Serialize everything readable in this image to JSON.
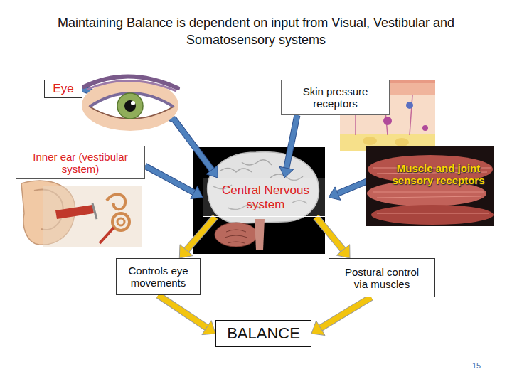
{
  "diagram": {
    "title": "Maintaining Balance is dependent on input from Visual, Vestibular and Somatosensory systems",
    "nodes": [
      {
        "text": [
          "Eye"
        ]
      },
      {
        "text": [
          "Skin pressure receptors"
        ]
      },
      {
        "text": [
          "Inner ear (vestibular system)"
        ]
      },
      {
        "text": [
          "Muscle and joint sensory receptors"
        ]
      },
      {
        "text": [
          "Central Nervous system"
        ]
      },
      {
        "text": [
          "Controls eye movements"
        ]
      },
      {
        "text": [
          "Postural control via muscles"
        ]
      },
      {
        "text": [
          "BALANCE"
        ]
      }
    ],
    "edges": [
      {
        "from": 0,
        "to": 4,
        "arrow": "to"
      },
      {
        "from": 1,
        "to": 4,
        "arrow": "to"
      },
      {
        "from": 2,
        "to": 4,
        "arrow": "to"
      },
      {
        "from": 3,
        "to": 4,
        "arrow": "to"
      },
      {
        "from": 4,
        "to": 5,
        "arrow": "to"
      },
      {
        "from": 4,
        "to": 6,
        "arrow": "to"
      },
      {
        "from": 5,
        "to": 7,
        "arrow": "to"
      },
      {
        "from": 6,
        "to": 7,
        "arrow": "to"
      }
    ],
    "labels": [
      "15"
    ]
  }
}
